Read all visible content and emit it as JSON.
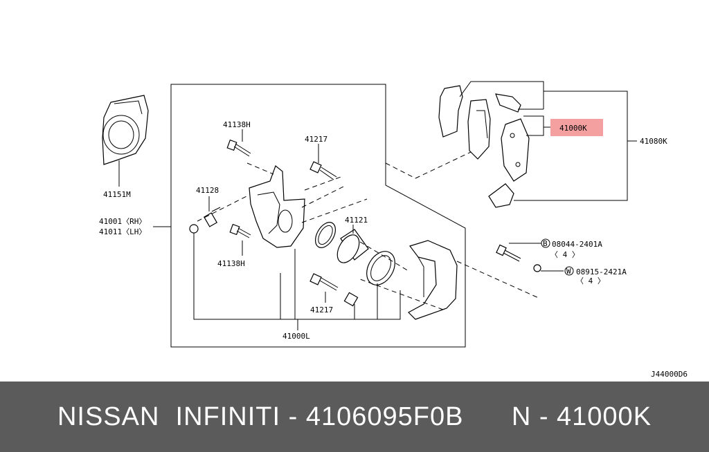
{
  "diagram": {
    "parts": {
      "p41151M": "41151M",
      "p41138H_top": "41138H",
      "p41217_top": "41217",
      "p41128": "41128",
      "p41001": "41001〈RH〉",
      "p41011": "41011〈LH〉",
      "p41121": "41121",
      "p41138H_bottom": "41138H",
      "p41217_bottom": "41217",
      "p41000L": "41000L",
      "p41000K": "41000K",
      "p41080K": "41080K",
      "bolt_code": "08044-2401A",
      "bolt_qty": "〈 4 〉",
      "bolt_marker": "B",
      "washer_code": "08915-2421A",
      "washer_qty": "〈 4 〉",
      "washer_marker": "W"
    },
    "drawing_code": "J44000D6",
    "highlight_color": "#f4a0a0"
  },
  "footer": {
    "caption": "NISSAN  INFINITI - 4106095F0B      N - 41000K"
  }
}
